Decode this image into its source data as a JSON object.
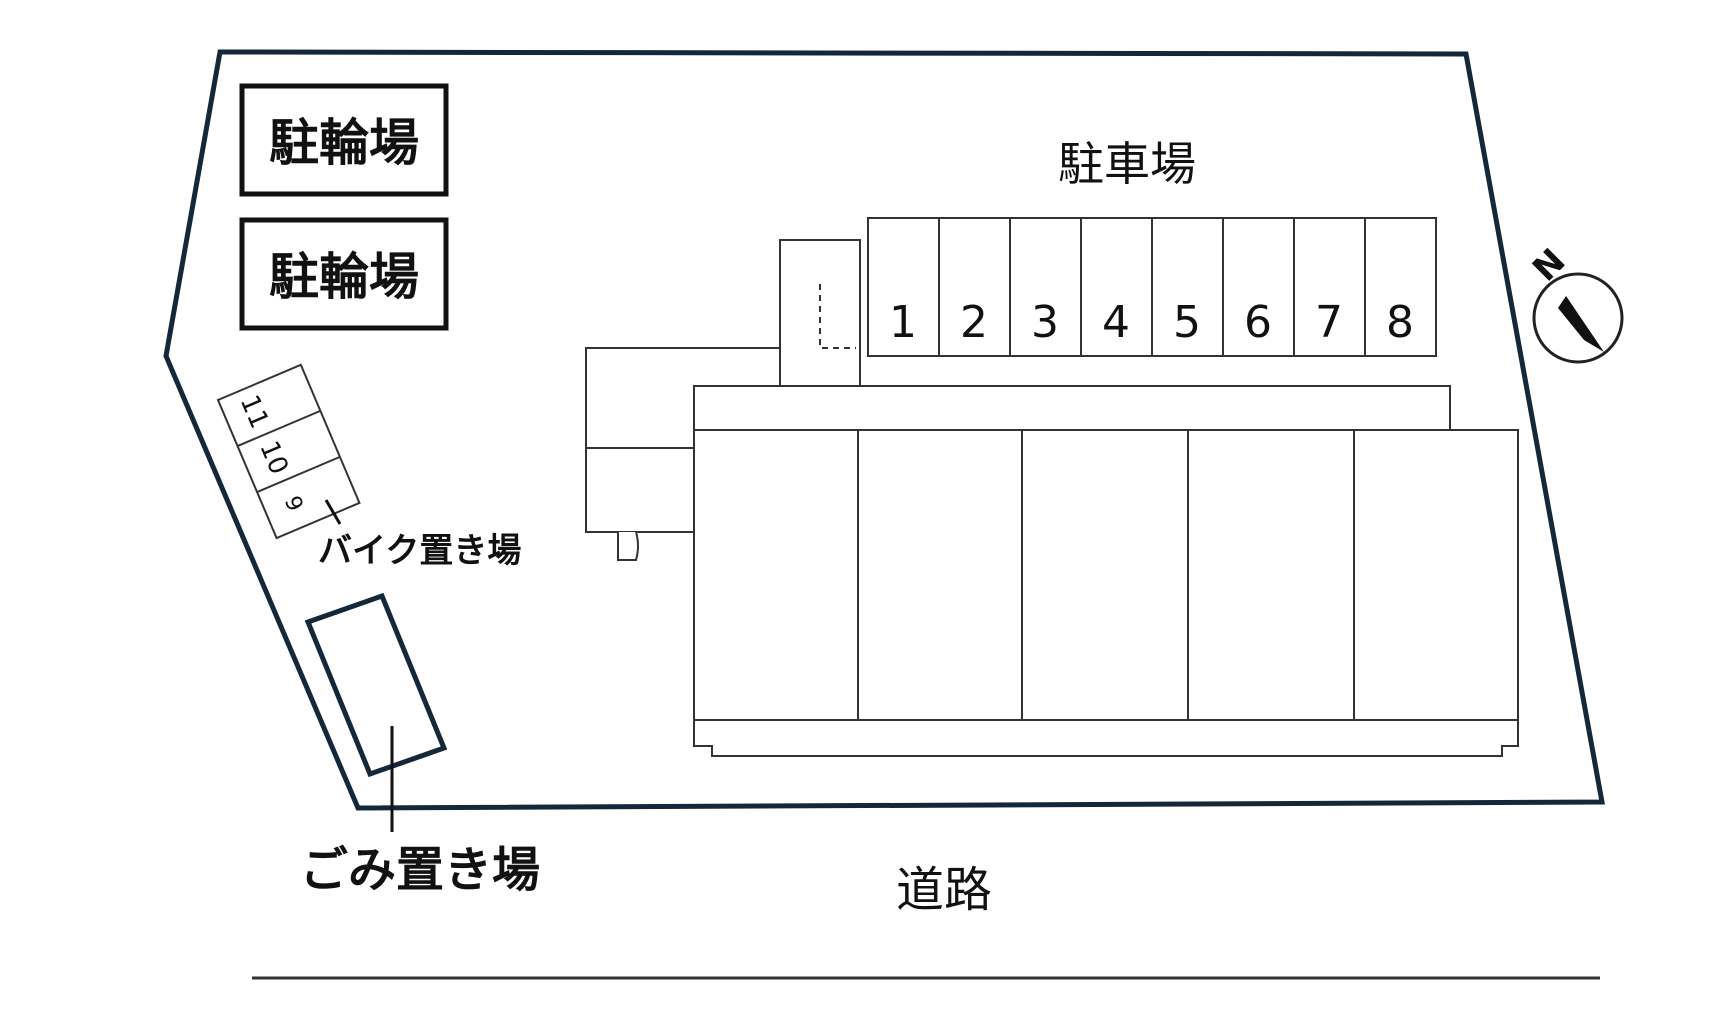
{
  "labels": {
    "bicycle_parking_1": "駐輪場",
    "bicycle_parking_2": "駐輪場",
    "car_parking": "駐車場",
    "bike_area": "バイク置き場",
    "garbage_area": "ごみ置き場",
    "road": "道路",
    "north": "N"
  },
  "car_spaces": [
    "1",
    "2",
    "3",
    "4",
    "5",
    "6",
    "7",
    "8"
  ],
  "bike_spaces": [
    "11",
    "10",
    "9"
  ],
  "colors": {
    "boundary": "#14283a",
    "lines": "#333333",
    "text": "#111111"
  }
}
